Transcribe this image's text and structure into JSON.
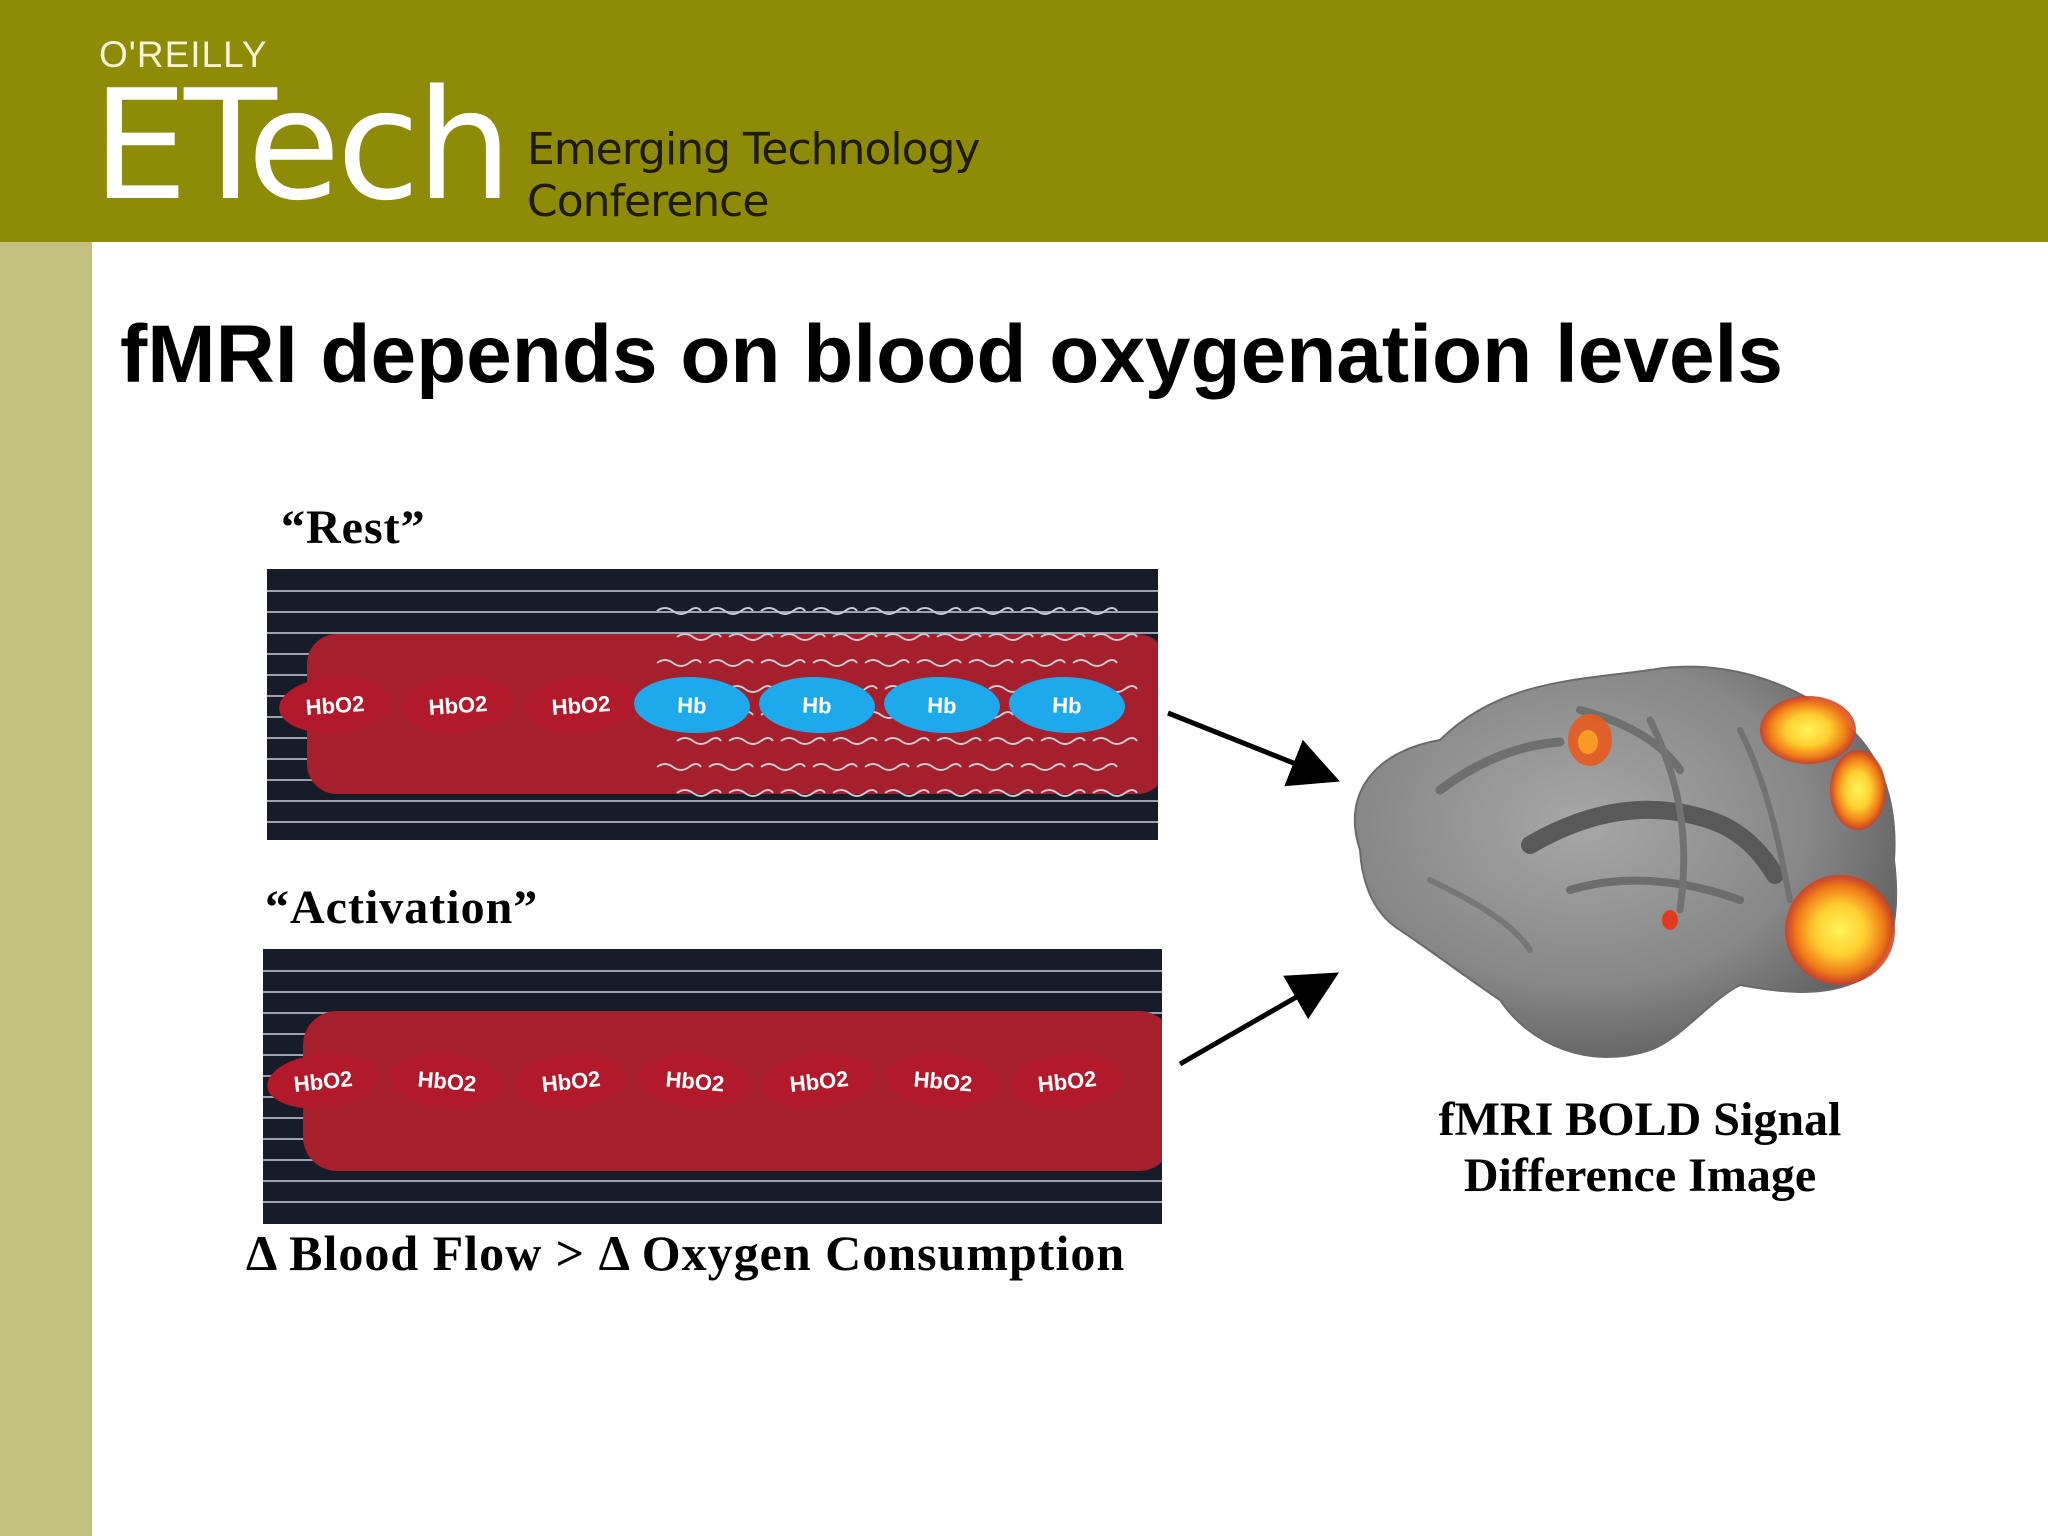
{
  "header": {
    "publisher": "O'REILLY",
    "logo": "ETech",
    "tagline_line1": "Emerging Technology",
    "tagline_line2": "Conference"
  },
  "slide": {
    "title": "fMRI depends on blood oxygenation levels"
  },
  "rest_panel": {
    "caption": "“Rest”",
    "oxy_labels": [
      "HbO2",
      "HbO2",
      "HbO2"
    ],
    "deoxy_labels": [
      "Hb",
      "Hb",
      "Hb",
      "Hb"
    ]
  },
  "activation_panel": {
    "caption": "“Activation”",
    "oxy_labels": [
      "HbO2",
      "HbO2",
      "HbO2",
      "HbO2",
      "HbO2",
      "HbO2",
      "HbO2"
    ]
  },
  "relation": "Δ Blood Flow > Δ Oxygen Consumption",
  "brain": {
    "caption_line1": "fMRI BOLD Signal",
    "caption_line2": "Difference Image"
  },
  "colors": {
    "header_bg": "#8e8b08",
    "sidebar_bg": "#c2c07f",
    "blood_red": "#a51f2c",
    "deoxy_blue": "#1ea9ec",
    "panel_bg": "#171d28",
    "activation_yellow": "#ffe43a"
  }
}
